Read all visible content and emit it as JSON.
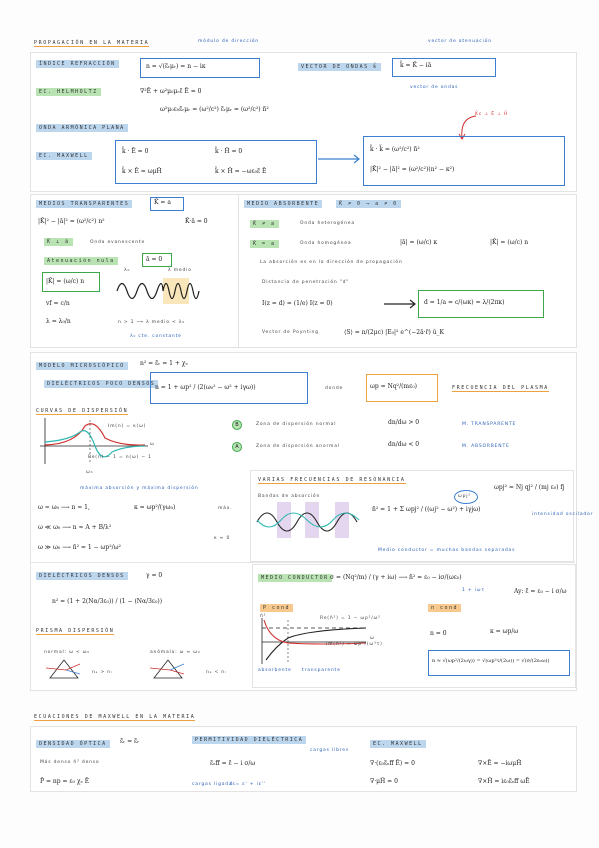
{
  "header": {
    "title": "PROPAGACIÓN EN LA MATERIA",
    "note_left": "módulo de dirección",
    "note_right": "vector de atenuación"
  },
  "s1": {
    "indice_tag": "ÍNDICE REFRACCIÓN",
    "indice_eq": "n = √(ε̃ᵣμᵣ) = n − iκ",
    "vector_tag": "VECTOR DE ONDAS k̃",
    "vector_eq": "k̃ = K̄ − iā",
    "vector_note": "vector de ondas",
    "helm_tag": "EC. HELMHOLTZ",
    "helm_eq1": "∇²Ē + ω²μ₀μᵣε̃ Ē = 0",
    "helm_eq2": "ω²μ₀ε₀ε̃ᵣμᵣ = (ω²/c²) ε̃ᵣμᵣ = (ω²/c²) ñ²",
    "onda_tag": "ONDA ARMÓNICA PLANA",
    "red_note": "K̄c ⊥ Ē ⊥ H̄",
    "maxwell_tag": "EC. MAXWELL",
    "mx1": "k̃ · Ē = 0",
    "mx2": "k̃ · H̄ = 0",
    "mx3": "k̃ × Ē = ωμH̄",
    "mx4": "k̃ × H̄ = −ωε₀ε̃ Ē",
    "kk1": "k̃ · k̃ = (ω²/c²) ñ²",
    "kk2": "|K̄|² − |ā|² = (ω²/c²)(n² − κ²)"
  },
  "s2": {
    "transp_tag": "MEDIOS TRANSPARENTES",
    "transp_box": "K̄ = a",
    "t1": "|K̄|² − |ā|² = (ω²/c²) n²",
    "t1b": "K̄·ā = 0",
    "t2_box": "K̄ ⊥ ā",
    "t2_text": "Onda evanescente",
    "t3_tag": "Atenuación nula",
    "t3_box": "ā = 0",
    "t4": "|K̄| = (ω/c) n",
    "t5": "vf = c/n",
    "t6": "λ = λ₀/n",
    "t7": "n > 1 ⟶ λ medio < λ₀",
    "t8": "λ₀ cte. constante",
    "wave_l0": "λ₀",
    "wave_lm": "λ medio",
    "abs_tag": "MEDIO ABSORBENTE",
    "abs_box": "K̄ ≠ 0 ⟶ a ≠ 0",
    "a1_box": "K̄ ≠ a",
    "a1_text": "Onda heterogénea",
    "a2_box": "K̄ = a",
    "a2_text": "Onda homogénea",
    "a2_eq": "|ā| = (ω/c) κ",
    "a2_eq2": "|K̄| = (ω/c) n",
    "a3": "La absorción es en la dirección de propagación",
    "a4": "Distancia de penetración \"d\"",
    "a5": "I(z = d) = (1/e) I(z = 0)",
    "a5_box": "d = 1/a = c/(ωκ) = λ/(2πκ)",
    "a6": "Vector de Poynting",
    "a6_eq": "⟨S⟩ = n/(2μc) |E₀|² e^(−2ā·r̄) ŭ_K"
  },
  "s3": {
    "micro_tag": "MODELO MICROSCÓPICO",
    "micro_eq": "n² = ε̃ᵣ = 1 + χₑ",
    "diel_tag": "DIELÉCTRICOS POCO DENSOS",
    "diel_eq": "n = 1 + ωp² / (2(ω₀² − ω² + iγω))",
    "donde": "donde",
    "wp_box": "ωp = Nq²/(mε₀)",
    "wp_note": "FRECUENCIA DEL PLASMA",
    "curv_title": "CURVAS DE DISPERSIÓN",
    "curve_red": "Im(n) = κ(ω)",
    "curve_blue": "Re(n) − 1 = n(ω) − 1",
    "curve_w0": "ω₀",
    "curve_w": "ω",
    "z1": "Zona de dispersión normal",
    "z1_eq": "dn/dω > 0",
    "z1_out": "M. TRANSPARENTE",
    "z2": "Zona de dispersión anormal",
    "z2_eq": "dn/dω < 0",
    "z2_out": "M. ABSORBENTE",
    "z1_icon": "B",
    "z2_icon": "A",
    "max_note": "máxima absorción y máxima dispersión",
    "c1": "ω ≈ ω₀ ⟶ n ≈ 1,",
    "c1b": "κ = ωp²/(γω₀)",
    "c1c": "máx.",
    "c2": "ω ≪ ω₀ ⟶ n ≈ A + B/λ²",
    "c3": "ω ≫ ω₀ ⟶ ñ² = 1 − ωp²/ω²",
    "c_k": "κ ≈ 0",
    "multi_title": "VARIAS FRECUENCIAS DE RESONANCIA",
    "multi_label": "Bandas de absorción",
    "multi_eq": "ñ² = 1 + Σ ωpj² / ((ωj² − ω²) + iγjω)",
    "multi_circ": "ωpj²",
    "multi_eq2": "ωpj² = Nj qj² / (mj ε₀) fj",
    "multi_note": "intensidad oscilador",
    "multi_bottom": "Medio conductor = muchas bandas separadas",
    "dense_tag": "DIELÉCTRICOS DENSOS",
    "dense_gamma": "γ = 0",
    "dense_eq": "n² = (1 + 2(Nα/3ε₀)) / (1 − (Nα/3ε₀))",
    "prism_title": "PRISMA DISPERSIÓN",
    "prism_n": "normal: ω < ω₀",
    "prism_a": "anómala: ω ≈ ω₀",
    "prism_n2": "nₐ > nᵣ",
    "prism_a2": "nₐ < nᵣ",
    "cond_tag": "MEDIO CONDUCTOR",
    "cond_eq": "σ = (Nq²/m) / (γ + iω) ⟶ ñ² = ε₀ − iσ/(ωε₀)",
    "cond_note": "1 + iωτ",
    "cond_eq2": "Ay: ε̃ = ε₀ − i σ/ω",
    "pcond_tag": "P cond",
    "ncond_tag": "n cond",
    "curve2_eq1": "Re(ñ²) = 1 − ωp²/ω²",
    "curve2_eq2": "Im(ñ²) = ωp²/(ω³τ)",
    "curve2_x": "ω",
    "curve2_n": "ñ²",
    "curve2_abs": "absorbente",
    "curve2_tr": "transparente",
    "cond_n": "n = 0",
    "cond_k": "κ = ωp/ω",
    "cond_box": "n ≈ √(ωp²/(2ωγ)) = √(ωp²τ/(2ω)) = √(σ/(2ε₀ω))"
  },
  "footer": {
    "title": "ECUACIONES DE MAXWELL EN LA MATERIA",
    "dens_tag": "DENSIDAD ÓPTICA",
    "dens_eq": "ε̃ᵣ = ε̃ᵣ",
    "dens_eq2": "Más denso  ñ² denso",
    "dens_eq3": "P̄ = np = ε₀ χₑ Ē",
    "perm_tag": "PERMITIVIDAD DIELÉCTRICA",
    "perm_eq": "ε̃ₑff = ε̃ − i σ/ω",
    "perm_note1": "cargas libres",
    "perm_note2": "cargas ligadas",
    "perm_note3": "ε̃ = ε' + iε''",
    "emx_tag": "EC. MAXWELL",
    "emx1": "∇·(ε₀ε̃ₑff Ē) = 0",
    "emx2": "∇×Ē = −iωμH̄",
    "emx3": "∇·μH̄ = 0",
    "emx4": "∇×H̄ = iε₀ε̃ₑff ωĒ"
  }
}
